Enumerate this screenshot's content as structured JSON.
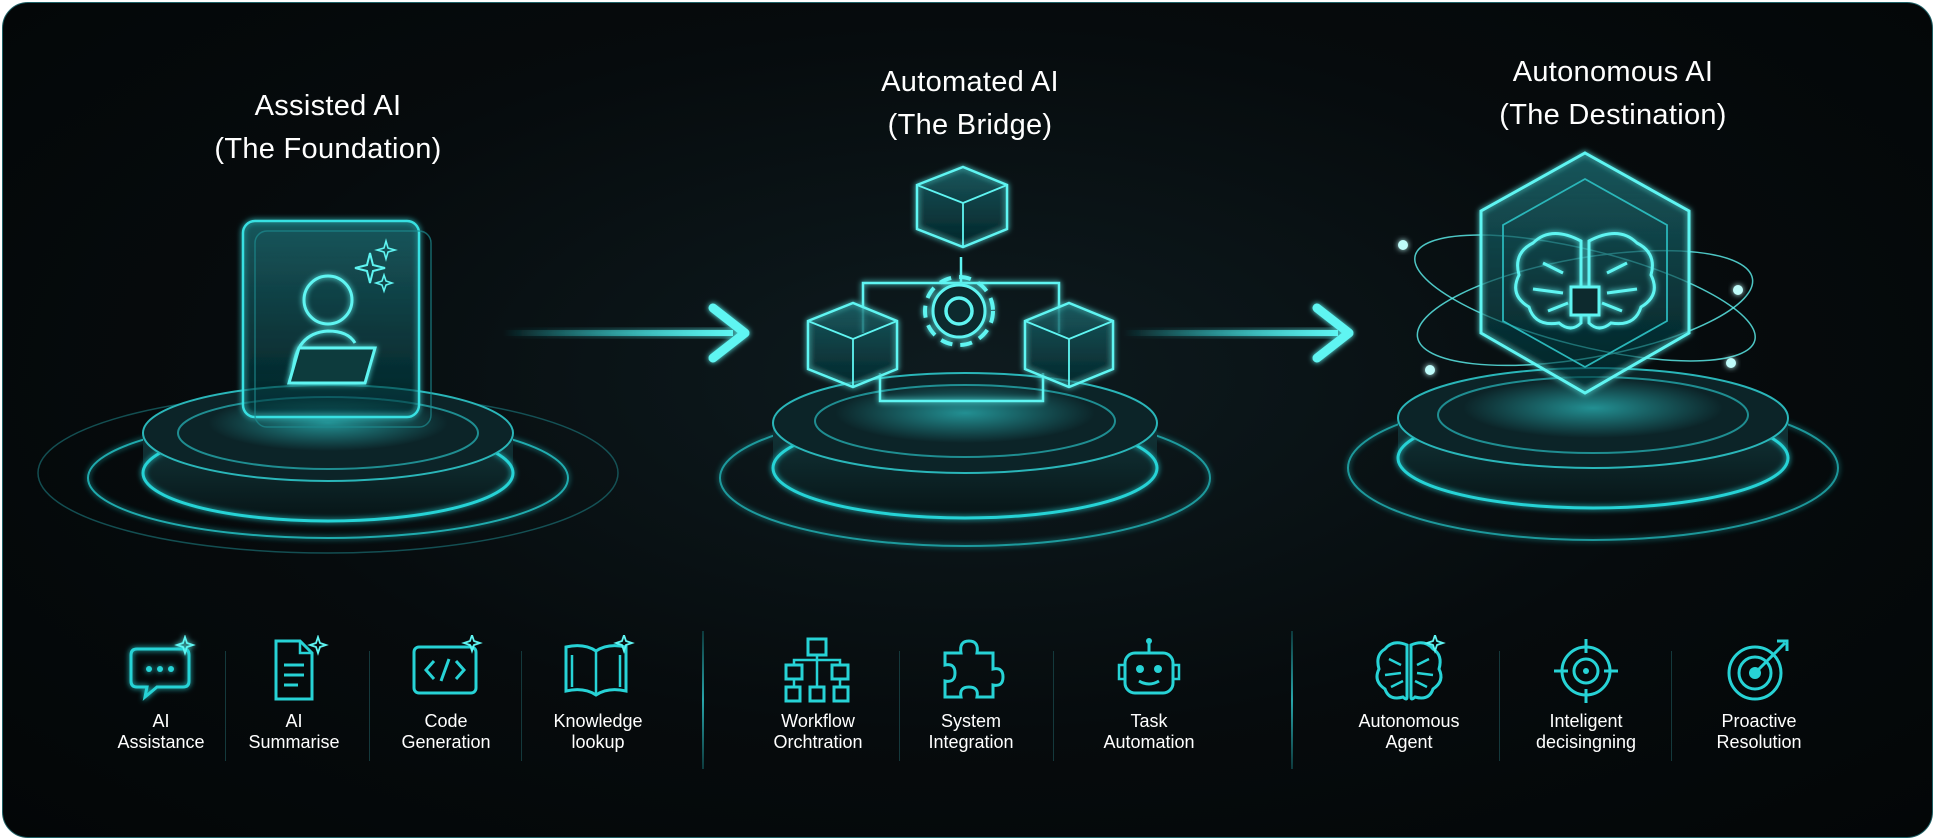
{
  "stages": [
    {
      "title": "Assisted AI",
      "subtitle": "(The Foundation)"
    },
    {
      "title": "Automated AI",
      "subtitle": "(The Bridge)"
    },
    {
      "title": "Autonomous AI",
      "subtitle": "(The Destination)"
    }
  ],
  "groups": [
    {
      "features": [
        {
          "line1": "AI",
          "line2": "Assistance",
          "icon": "chat-sparkle-icon"
        },
        {
          "line1": "AI",
          "line2": "Summarise",
          "icon": "document-sparkle-icon"
        },
        {
          "line1": "Code",
          "line2": "Generation",
          "icon": "code-sparkle-icon"
        },
        {
          "line1": "Knowledge",
          "line2": "lookup",
          "icon": "book-sparkle-icon"
        }
      ]
    },
    {
      "features": [
        {
          "line1": "Workflow",
          "line2": "Orchtration",
          "icon": "org-chart-icon"
        },
        {
          "line1": "System",
          "line2": "Integration",
          "icon": "puzzle-icon"
        },
        {
          "line1": "Task",
          "line2": "Automation",
          "icon": "robot-icon"
        }
      ]
    },
    {
      "features": [
        {
          "line1": "Autonomous",
          "line2": "Agent",
          "icon": "brain-icon"
        },
        {
          "line1": "Inteligent",
          "line2": "decisingning",
          "icon": "crosshair-icon"
        },
        {
          "line1": "Proactive",
          "line2": "Resolution",
          "icon": "target-arrow-icon"
        }
      ]
    }
  ],
  "colors": {
    "accent": "#27d3d6",
    "glow": "#5ff5f2",
    "background": "#05090b",
    "border": "#1f6166"
  }
}
